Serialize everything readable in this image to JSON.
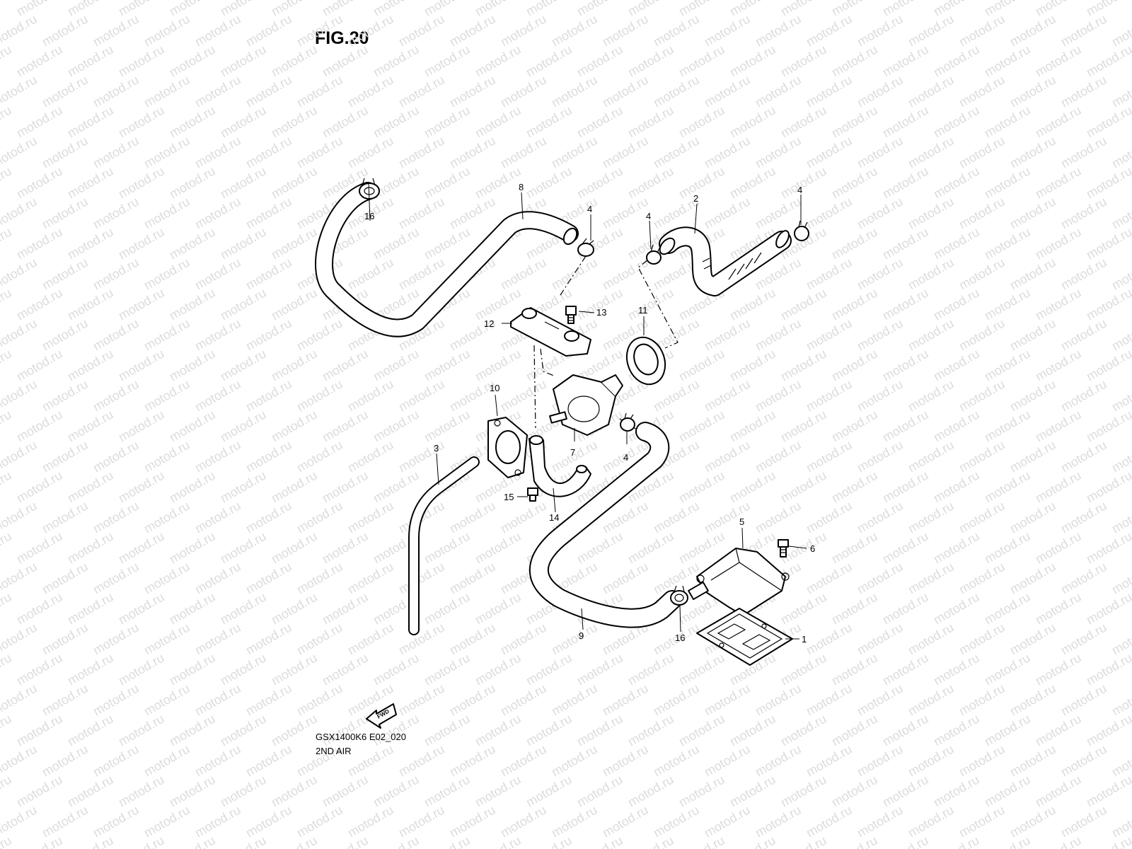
{
  "figure": {
    "title": "FIG.20",
    "model_code": "GSX1400K6 E02_020",
    "section_name": "2ND AIR"
  },
  "watermark": {
    "text": "motod.ru",
    "color": "#dcdcdc"
  },
  "fwd_arrow": {
    "label": "FWD"
  },
  "callouts": [
    {
      "id": "callout-1",
      "label": "1"
    },
    {
      "id": "callout-2",
      "label": "2"
    },
    {
      "id": "callout-3",
      "label": "3"
    },
    {
      "id": "callout-4a",
      "label": "4"
    },
    {
      "id": "callout-4b",
      "label": "4"
    },
    {
      "id": "callout-4c",
      "label": "4"
    },
    {
      "id": "callout-4d",
      "label": "4"
    },
    {
      "id": "callout-5",
      "label": "5"
    },
    {
      "id": "callout-6",
      "label": "6"
    },
    {
      "id": "callout-7",
      "label": "7"
    },
    {
      "id": "callout-8",
      "label": "8"
    },
    {
      "id": "callout-9",
      "label": "9"
    },
    {
      "id": "callout-10",
      "label": "10"
    },
    {
      "id": "callout-11",
      "label": "11"
    },
    {
      "id": "callout-12",
      "label": "12"
    },
    {
      "id": "callout-13",
      "label": "13"
    },
    {
      "id": "callout-14",
      "label": "14"
    },
    {
      "id": "callout-15",
      "label": "15"
    },
    {
      "id": "callout-16a",
      "label": "16"
    },
    {
      "id": "callout-16b",
      "label": "16"
    }
  ]
}
